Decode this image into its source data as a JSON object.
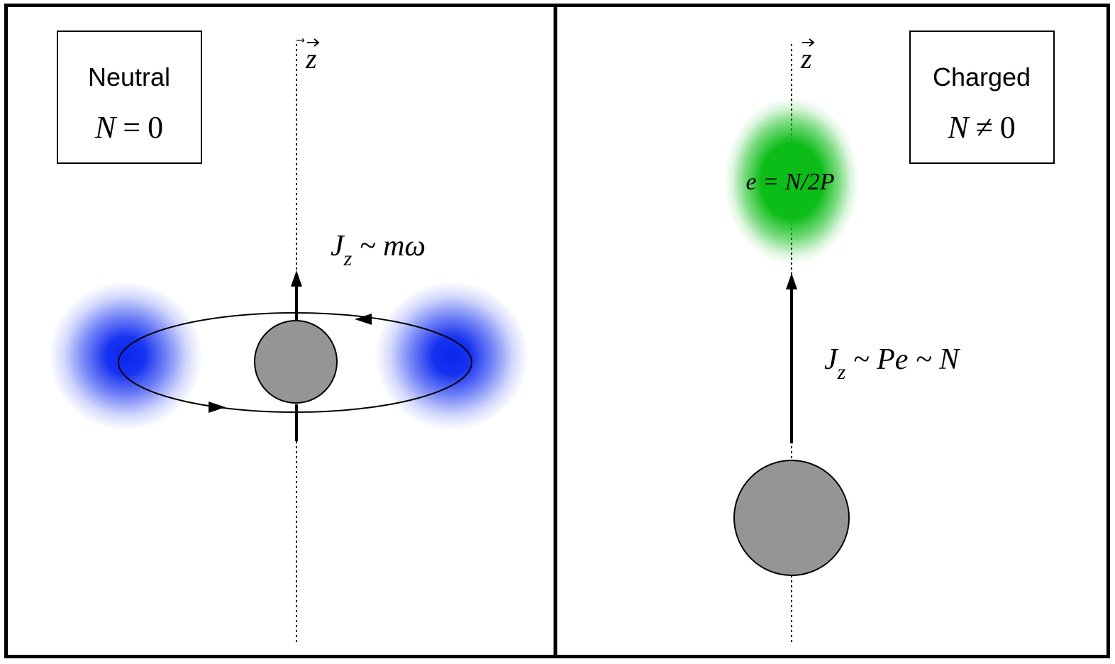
{
  "left_panel": {
    "title": "Neutral",
    "condition": {
      "lhs": "N",
      "op": "=",
      "rhs": "0"
    },
    "axis_label": "z",
    "label": {
      "main": "J",
      "sub": "z",
      "rest": " ~ mω"
    },
    "colors": {
      "cloud": "#0a27f0",
      "nucleus": "#959595"
    }
  },
  "right_panel": {
    "title": "Charged",
    "condition": {
      "lhs": "N",
      "op": "≠",
      "rhs": "0"
    },
    "axis_label": "z",
    "charge_label": {
      "lhs": "e",
      "rest": " = N/2P"
    },
    "label": {
      "main": "J",
      "sub": "z",
      "rest": " ~ Pe ~ N"
    },
    "colors": {
      "cloud": "#0cbd17",
      "nucleus": "#959595"
    }
  }
}
